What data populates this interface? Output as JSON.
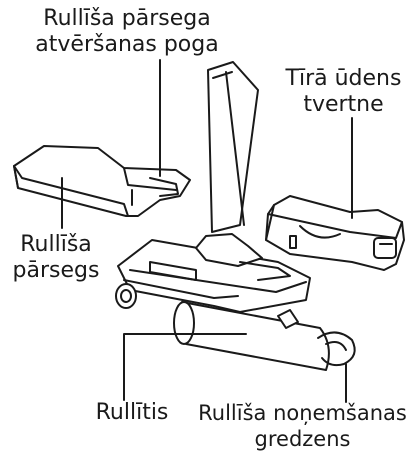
{
  "labels": {
    "cover_button": [
      "Rullīša pārsega",
      "atvēršanas poga"
    ],
    "water_tank": [
      "Tīrā ūdens",
      "tvertne"
    ],
    "cover": [
      "Rullīša",
      "pārsegs"
    ],
    "roller": "Rullītis",
    "removal_ring": [
      "Rullīša noņemšanas",
      "gredzens"
    ]
  },
  "colors": {
    "stroke": "#1a1a1a",
    "fill": "#ffffff"
  }
}
